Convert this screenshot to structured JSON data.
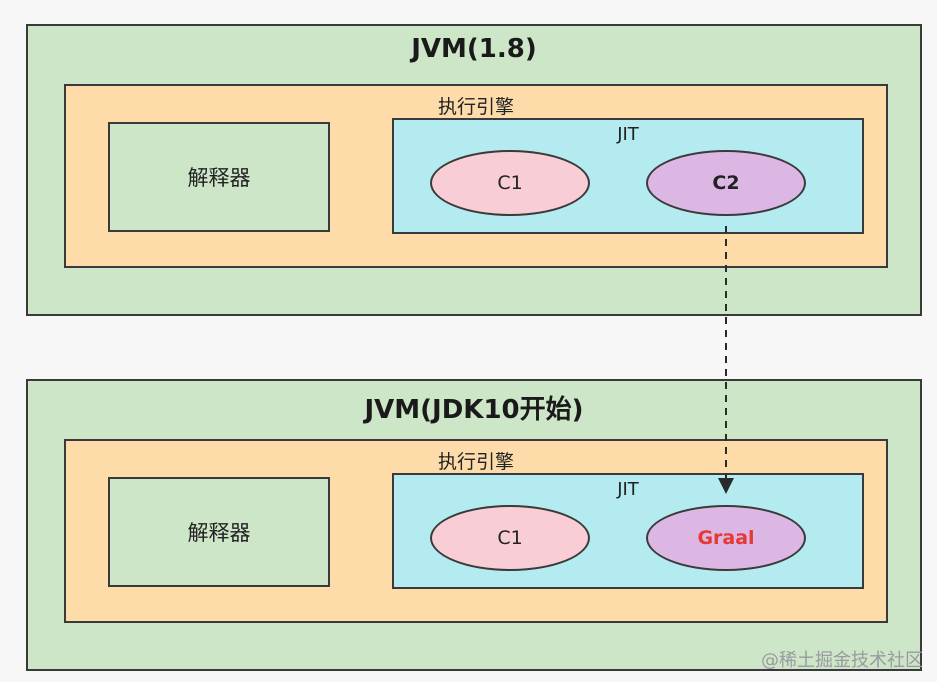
{
  "diagrams": [
    {
      "jvm_title": "JVM(1.8)",
      "engine_title": "执行引擎",
      "interpreter_label": "解释器",
      "jit_title": "JIT",
      "compiler_1": "C1",
      "compiler_2": "C2"
    },
    {
      "jvm_title": "JVM(JDK10开始)",
      "engine_title": "执行引擎",
      "interpreter_label": "解释器",
      "jit_title": "JIT",
      "compiler_1": "C1",
      "compiler_2": "Graal"
    }
  ],
  "watermark": "@稀土掘金技术社区",
  "colors": {
    "jvm_bg": "#cde6c8",
    "engine_bg": "#fddcaa",
    "jit_bg": "#b4ebf0",
    "c1_bg": "#f8cdd6",
    "c2_bg": "#ddb7e4",
    "graal_text": "#e53935"
  }
}
